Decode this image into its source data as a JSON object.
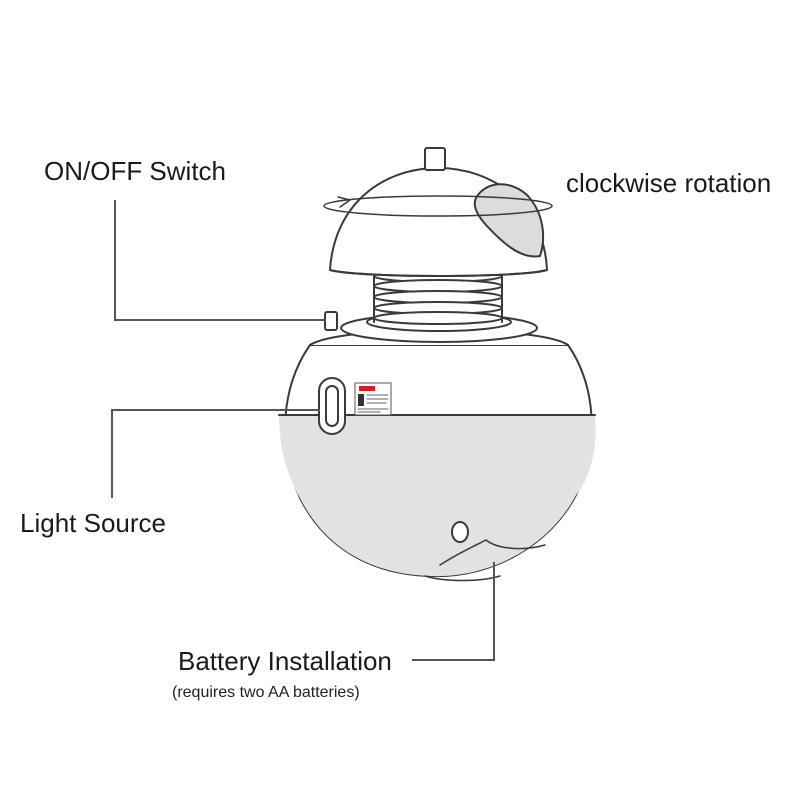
{
  "labels": {
    "onoff_switch": "ON/OFF Switch",
    "rotation": "clockwise rotation",
    "light_source": "Light Source",
    "battery_installation": "Battery Installation",
    "battery_note": "(requires two AA batteries)"
  },
  "colors": {
    "line": "#3a3a3a",
    "body_fill": "#ffffff",
    "lower_shade": "#e2e2e2",
    "dome_shade": "#dcdcdc",
    "label_red": "#cc2222"
  }
}
